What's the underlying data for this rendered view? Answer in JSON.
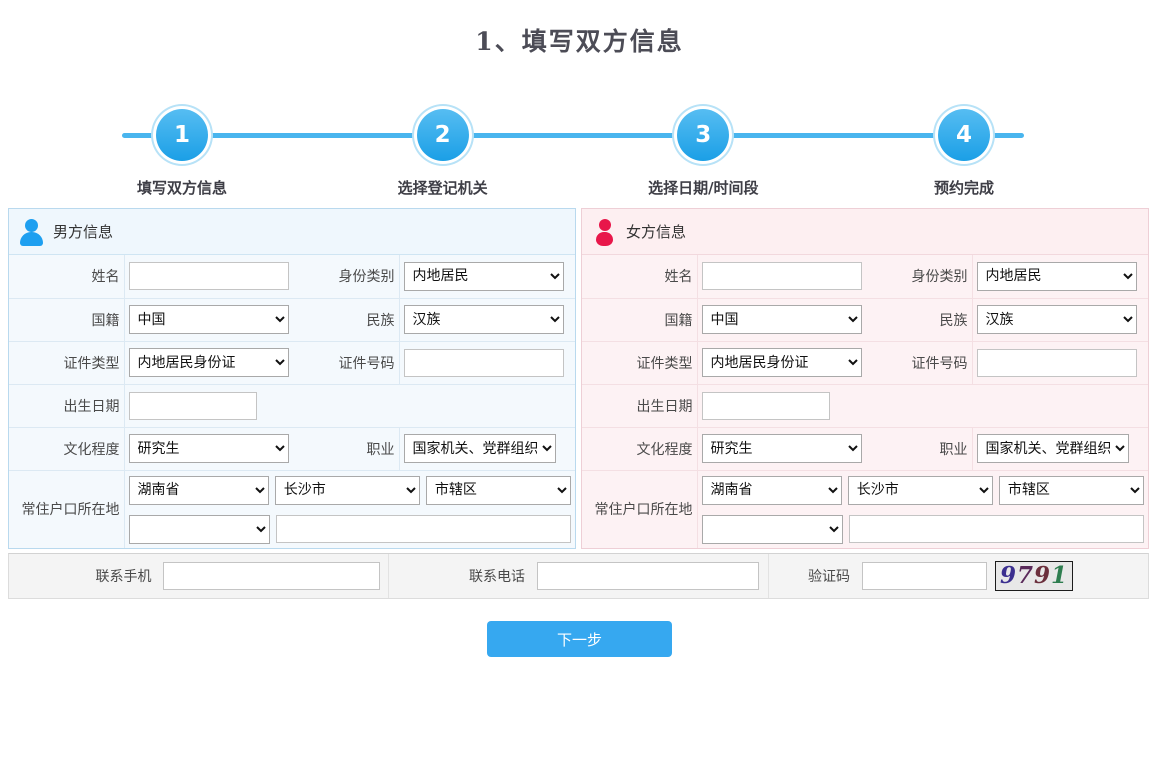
{
  "page": {
    "title": "1、填写双方信息"
  },
  "stepper": {
    "steps": [
      {
        "number": "1",
        "label": "填写双方信息",
        "active": true
      },
      {
        "number": "2",
        "label": "选择登记机关",
        "active": true
      },
      {
        "number": "3",
        "label": "选择日期/时间段",
        "active": true
      },
      {
        "number": "4",
        "label": "预约完成",
        "active": true
      }
    ],
    "line_color": "#49b5ee",
    "circle_color": "#2fa7e8"
  },
  "male": {
    "header": "男方信息",
    "icon": "male-avatar-icon",
    "accent": "#1e9ff0",
    "labels": {
      "name": "姓名",
      "identity_type": "身份类别",
      "nationality": "国籍",
      "ethnicity": "民族",
      "id_type": "证件类型",
      "id_number": "证件号码",
      "birth_date": "出生日期",
      "education": "文化程度",
      "occupation": "职业",
      "residence": "常住户口所在地"
    },
    "values": {
      "name": "",
      "identity_type": "内地居民",
      "nationality": "中国",
      "ethnicity": "汉族",
      "id_type": "内地居民身份证",
      "id_number": "",
      "birth_date": "",
      "education": "研究生",
      "occupation": "国家机关、党群组织",
      "residence_province": "湖南省",
      "residence_city": "长沙市",
      "residence_district": "市辖区",
      "residence_street": "",
      "residence_detail": ""
    }
  },
  "female": {
    "header": "女方信息",
    "icon": "female-avatar-icon",
    "accent": "#e8174a",
    "labels": {
      "name": "姓名",
      "identity_type": "身份类别",
      "nationality": "国籍",
      "ethnicity": "民族",
      "id_type": "证件类型",
      "id_number": "证件号码",
      "birth_date": "出生日期",
      "education": "文化程度",
      "occupation": "职业",
      "residence": "常住户口所在地"
    },
    "values": {
      "name": "",
      "identity_type": "内地居民",
      "nationality": "中国",
      "ethnicity": "汉族",
      "id_type": "内地居民身份证",
      "id_number": "",
      "birth_date": "",
      "education": "研究生",
      "occupation": "国家机关、党群组织",
      "residence_province": "湖南省",
      "residence_city": "长沙市",
      "residence_district": "市辖区",
      "residence_street": "",
      "residence_detail": ""
    }
  },
  "contact": {
    "mobile_label": "联系手机",
    "mobile_value": "",
    "phone_label": "联系电话",
    "phone_value": "",
    "captcha_label": "验证码",
    "captcha_value": "",
    "captcha_image_text": "9791",
    "captcha_digits": [
      "9",
      "7",
      "9",
      "1"
    ]
  },
  "footer": {
    "next_label": "下一步",
    "next_color": "#36a8f0"
  }
}
